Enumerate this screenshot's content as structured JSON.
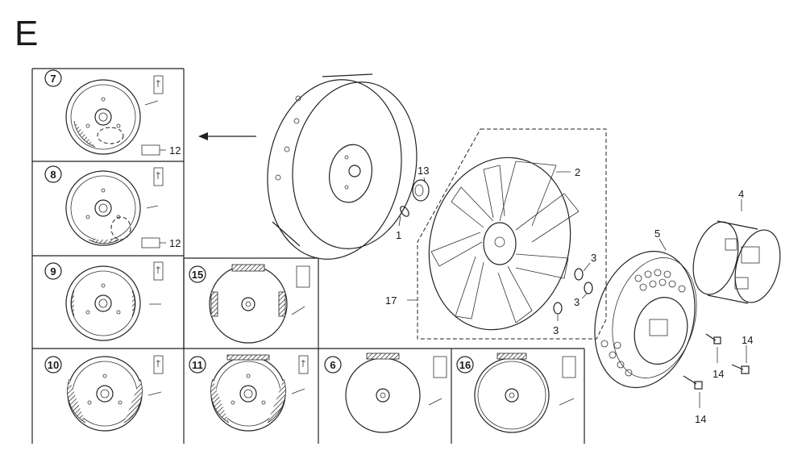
{
  "section_letter": "E",
  "variant_panels": [
    {
      "num": "7",
      "tag": "12"
    },
    {
      "num": "8",
      "tag": "12"
    },
    {
      "num": "9"
    },
    {
      "num": "15"
    },
    {
      "num": "10"
    },
    {
      "num": "11"
    },
    {
      "num": "6"
    },
    {
      "num": "16"
    }
  ],
  "callouts": {
    "fan": "2",
    "key": "1",
    "nut": "13",
    "pulley": "5",
    "starter_cup": "4",
    "fan_assembly": "17",
    "nut_a": "3",
    "nut_b": "3",
    "nut_c": "3",
    "bolt_a": "14",
    "bolt_b": "14",
    "bolt_c": "14"
  }
}
